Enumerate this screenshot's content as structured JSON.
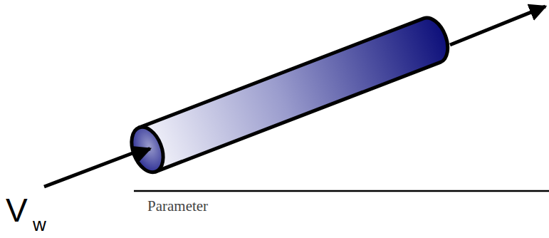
{
  "diagram": {
    "labels": [
      "V",
      "w",
      "Parameter"
    ]
  }
}
